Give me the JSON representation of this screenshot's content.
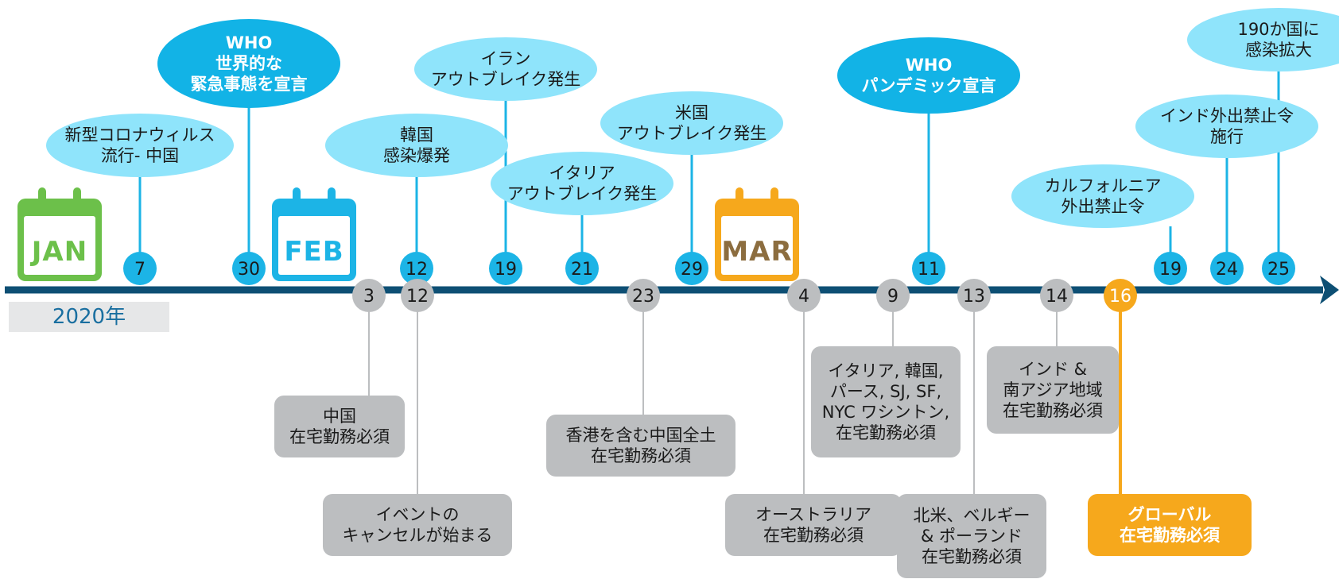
{
  "year_label": "2020年",
  "colors": {
    "axis": "#0d4f74",
    "event_circle": "#1cb4e6",
    "event_bubble_light": "#8fe4fb",
    "event_bubble_dark": "#12b3e6",
    "wfh_circle": "#bcbec0",
    "wfh_box": "#bcbec0",
    "global_highlight": "#f6a81c",
    "jan": "#6cc04a",
    "feb": "#1cb4e6",
    "mar": "#f6a81c",
    "mar_text": "#8c6d3f"
  },
  "months": [
    {
      "label": "JAN",
      "color_key": "jan"
    },
    {
      "label": "FEB",
      "color_key": "feb"
    },
    {
      "label": "MAR",
      "color_key": "mar"
    }
  ],
  "events_above": [
    {
      "day": "7",
      "lines": [
        "新型コロナウィルス",
        "流行- 中国"
      ],
      "style": "light"
    },
    {
      "day": "30",
      "lines": [
        "WHO",
        "世界的な",
        "緊急事態を宣言"
      ],
      "style": "dark"
    },
    {
      "day": "12",
      "lines": [
        "韓国",
        "感染爆発"
      ],
      "style": "light"
    },
    {
      "day": "19",
      "lines": [
        "イラン",
        "アウトブレイク発生"
      ],
      "style": "light"
    },
    {
      "day": "21",
      "lines": [
        "イタリア",
        "アウトブレイク発生"
      ],
      "style": "light"
    },
    {
      "day": "29",
      "lines": [
        "米国",
        "アウトブレイク発生"
      ],
      "style": "light"
    },
    {
      "day": "11",
      "lines": [
        "WHO",
        "パンデミック宣言"
      ],
      "style": "dark"
    },
    {
      "day": "19",
      "lines": [
        "カルフォルニア",
        "外出禁止令"
      ],
      "style": "light"
    },
    {
      "day": "24",
      "lines": [
        "インド外出禁止令",
        "施行"
      ],
      "style": "light"
    },
    {
      "day": "25",
      "lines": [
        "190か国に",
        "感染拡大"
      ],
      "style": "light"
    }
  ],
  "events_below": [
    {
      "day": "3",
      "lines": [
        "中国",
        "在宅勤務必須"
      ],
      "highlight": false
    },
    {
      "day": "12",
      "lines": [
        "イベントの",
        "キャンセルが始まる"
      ],
      "highlight": false
    },
    {
      "day": "23",
      "lines": [
        "香港を含む中国全土",
        "在宅勤務必須"
      ],
      "highlight": false
    },
    {
      "day": "4",
      "lines": [
        "オーストラリア",
        "在宅勤務必須"
      ],
      "highlight": false
    },
    {
      "day": "9",
      "lines": [
        "イタリア, 韓国,",
        "パース, SJ, SF,",
        "NYC ワシントン,",
        "在宅勤務必須"
      ],
      "highlight": false
    },
    {
      "day": "13",
      "lines": [
        "北米、ベルギー",
        "& ポーランド",
        "在宅勤務必須"
      ],
      "highlight": false
    },
    {
      "day": "14",
      "lines": [
        "インド &",
        "南アジア地域",
        "在宅勤務必須"
      ],
      "highlight": false
    },
    {
      "day": "16",
      "lines": [
        "グローバル",
        "在宅勤務必須"
      ],
      "highlight": true
    }
  ]
}
